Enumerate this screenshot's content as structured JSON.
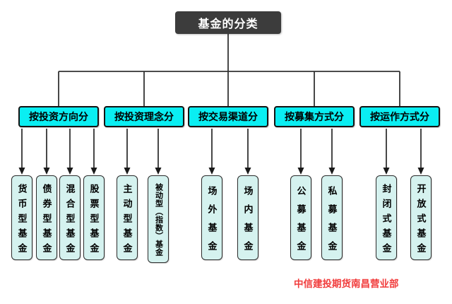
{
  "tree": {
    "root": "基金的分类",
    "branches": [
      {
        "label": "按投资方向分",
        "children": [
          "货币型基金",
          "债券型基金",
          "混合型基金",
          "股票型基金"
        ]
      },
      {
        "label": "按投资理念分",
        "children": [
          "主动型基金",
          "被动型（指数）基金"
        ]
      },
      {
        "label": "按交易渠道分",
        "children": [
          "场外基金",
          "场内基金"
        ]
      },
      {
        "label": "按募集方式分",
        "children": [
          "公募基金",
          "私募基金"
        ]
      },
      {
        "label": "按运作方式分",
        "children": [
          "封闭式基金",
          "开放式基金"
        ]
      }
    ]
  },
  "footer": {
    "text": "中信建投期货南昌营业部"
  },
  "colors": {
    "root_bg": "#3c3c3c",
    "root_text": "#ffffff",
    "branch_bg": "#0aeef2",
    "leaf_bg": "#d5f2ef",
    "line": "#333333",
    "footer_text": "#f13c3c"
  }
}
